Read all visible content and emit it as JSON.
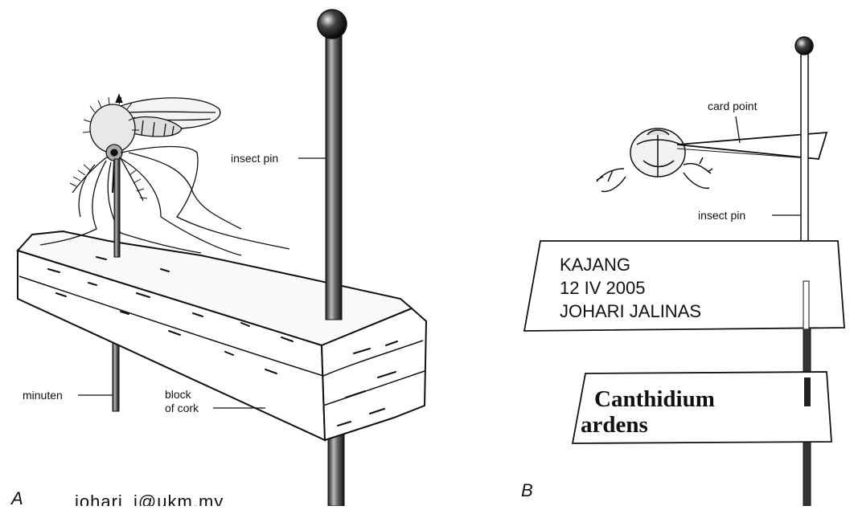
{
  "panel_a": {
    "letter": "A",
    "email": "johari_j@ukm.my",
    "labels": {
      "insect_pin": "insect pin",
      "minuten": "minuten",
      "block_line1": "block",
      "block_line2": "of cork"
    }
  },
  "panel_b": {
    "letter": "B",
    "labels": {
      "card_point": "card point",
      "insect_pin": "insect pin"
    },
    "data_label": {
      "line1": "KAJANG",
      "line2": "12 IV 2005",
      "line3": "JOHARI JALINAS"
    },
    "species_label": {
      "line1": "Canthidium",
      "line2": "ardens"
    }
  },
  "colors": {
    "ink": "#111111",
    "paper": "#ffffff",
    "pin_shade": "#555555"
  }
}
